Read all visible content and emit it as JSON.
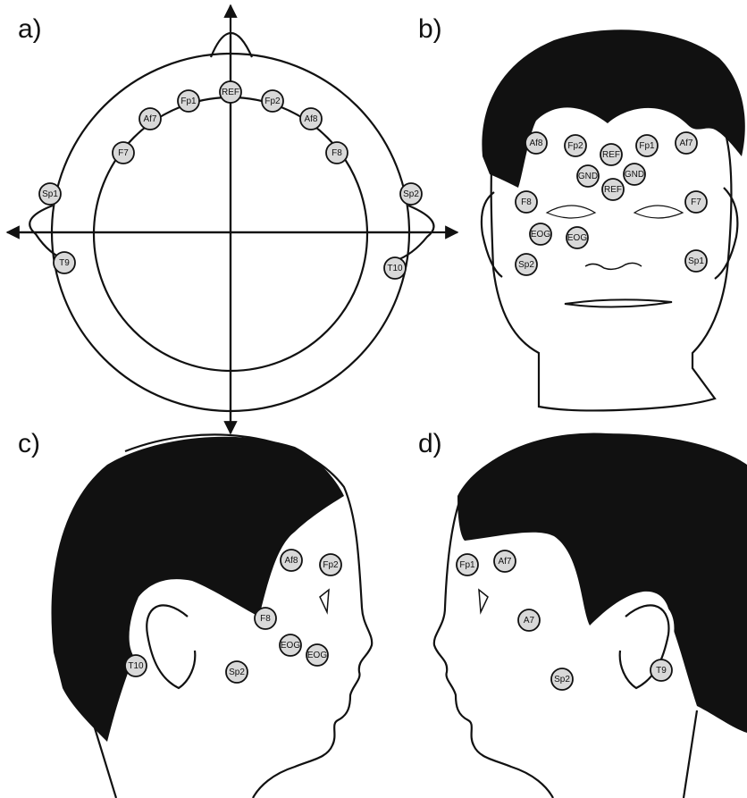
{
  "panels": {
    "a": {
      "label": "a)",
      "electrodes": [
        {
          "name": "REF"
        },
        {
          "name": "Fp1"
        },
        {
          "name": "Fp2"
        },
        {
          "name": "Af7"
        },
        {
          "name": "Af8"
        },
        {
          "name": "F7"
        },
        {
          "name": "F8"
        },
        {
          "name": "Sp1"
        },
        {
          "name": "Sp2"
        },
        {
          "name": "T9"
        },
        {
          "name": "T10"
        }
      ]
    },
    "b": {
      "label": "b)",
      "electrodes": [
        {
          "name": "Af8"
        },
        {
          "name": "Fp2"
        },
        {
          "name": "REF"
        },
        {
          "name": "Fp1"
        },
        {
          "name": "Af7"
        },
        {
          "name": "GND"
        },
        {
          "name": "GND"
        },
        {
          "name": "REF"
        },
        {
          "name": "F8"
        },
        {
          "name": "F7"
        },
        {
          "name": "EOG"
        },
        {
          "name": "EOG"
        },
        {
          "name": "Sp2"
        },
        {
          "name": "Sp1"
        }
      ]
    },
    "c": {
      "label": "c)",
      "electrodes": [
        {
          "name": "Af8"
        },
        {
          "name": "Fp2"
        },
        {
          "name": "F8"
        },
        {
          "name": "EOG"
        },
        {
          "name": "EOG"
        },
        {
          "name": "T10"
        },
        {
          "name": "Sp2"
        }
      ]
    },
    "d": {
      "label": "d)",
      "electrodes": [
        {
          "name": "Fp1"
        },
        {
          "name": "Af7"
        },
        {
          "name": "A7"
        },
        {
          "name": "T9"
        },
        {
          "name": "Sp2"
        }
      ]
    }
  }
}
